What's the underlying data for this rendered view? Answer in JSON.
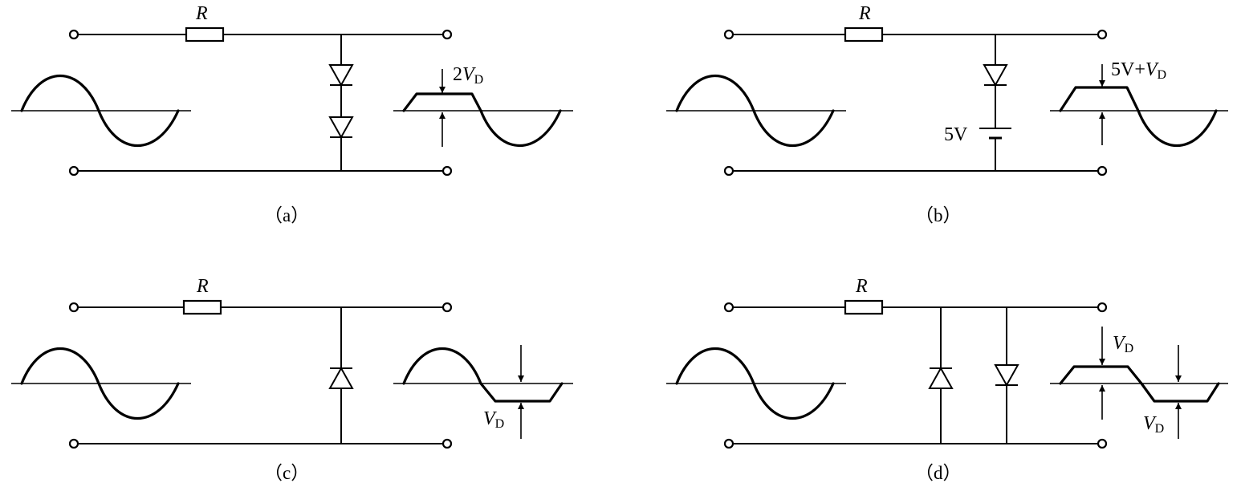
{
  "panels": {
    "a": {
      "caption": "（a）",
      "resistor": "R",
      "annotation": {
        "prefix": "2",
        "var": "V",
        "sub": "D"
      }
    },
    "b": {
      "caption": "（b）",
      "resistor": "R",
      "battery": "5V",
      "annotation": {
        "prefix": "5V+",
        "var": "V",
        "sub": "D"
      }
    },
    "c": {
      "caption": "（c）",
      "resistor": "R",
      "annotation": {
        "prefix": "",
        "var": "V",
        "sub": "D"
      }
    },
    "d": {
      "caption": "（d）",
      "resistor": "R",
      "annotation_top": {
        "prefix": "",
        "var": "V",
        "sub": "D"
      },
      "annotation_bottom": {
        "prefix": "",
        "var": "V",
        "sub": "D"
      }
    }
  }
}
